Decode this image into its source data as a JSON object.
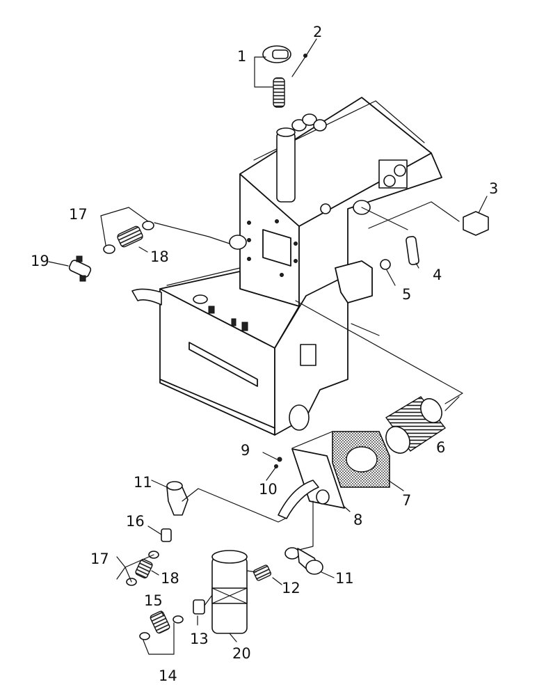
{
  "callouts": [
    "1",
    "2",
    "3",
    "4",
    "5",
    "6",
    "7",
    "8",
    "9",
    "10",
    "11",
    "11",
    "12",
    "13",
    "14",
    "15",
    "16",
    "17",
    "17",
    "18",
    "18",
    "19",
    "20"
  ]
}
